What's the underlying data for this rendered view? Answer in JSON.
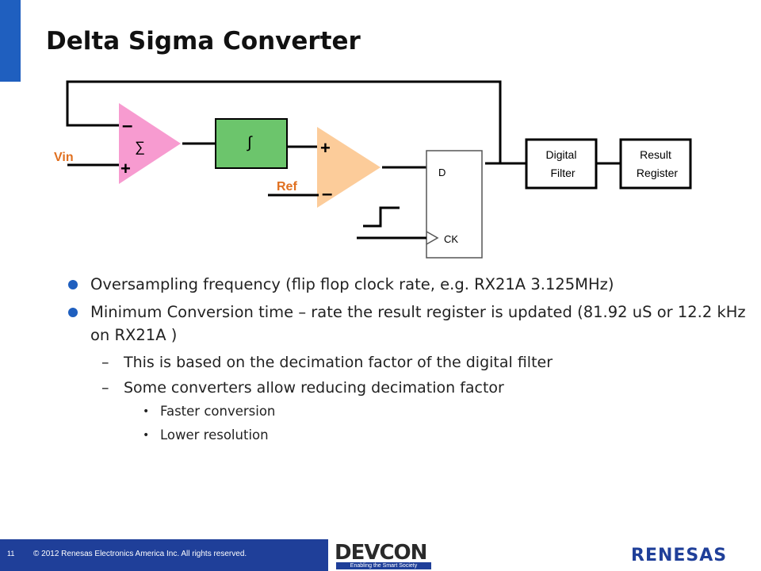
{
  "slide": {
    "title": "Delta Sigma Converter",
    "page_number": "11",
    "copyright": "© 2012 Renesas Electronics America Inc. All rights reserved."
  },
  "diagram": {
    "summer": {
      "minus": "–",
      "symbol": "∑",
      "plus": "+"
    },
    "vin_label": "Vin",
    "integrator_symbol": "∫",
    "comparator": {
      "plus": "+",
      "minus": "–"
    },
    "ref_label": "Ref",
    "flipflop": {
      "d_label": "D",
      "ck_label": "CK"
    },
    "digital_filter": [
      "Digital",
      "Filter"
    ],
    "result_register": [
      "Result",
      "Register"
    ],
    "colors": {
      "summer": "#f79bd0",
      "integrator": "#6cc56c",
      "comparator": "#fccc9a",
      "input_label": "#e07020",
      "accent": "#1f5fbf"
    }
  },
  "bullets": [
    {
      "level": 1,
      "text": "Oversampling frequency (flip flop clock rate, e.g. RX21A 3.125MHz)"
    },
    {
      "level": 1,
      "text": "Minimum Conversion time – rate the result register is updated (81.92 uS or 12.2 kHz on RX21A )"
    },
    {
      "level": 2,
      "text": "This is based on the decimation factor of the digital filter"
    },
    {
      "level": 2,
      "text": "Some converters allow reducing decimation factor"
    },
    {
      "level": 3,
      "text": "Faster conversion"
    },
    {
      "level": 3,
      "text": "Lower resolution"
    }
  ],
  "bullet_markers": {
    "level2": "–",
    "level3": "•"
  },
  "logos": {
    "devcon_word": "DEVCON",
    "devcon_tagline": "Enabling the Smart Society",
    "renesas": "RENESAS"
  }
}
